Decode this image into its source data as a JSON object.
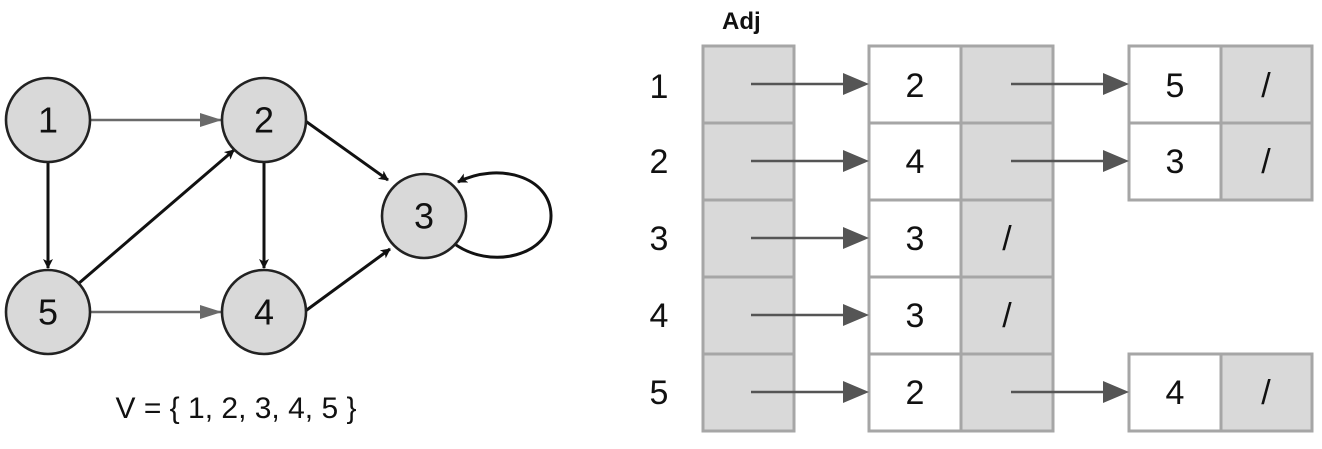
{
  "graph": {
    "nodes": [
      "1",
      "2",
      "3",
      "4",
      "5"
    ],
    "edges": [
      {
        "from": "1",
        "to": "2"
      },
      {
        "from": "1",
        "to": "5"
      },
      {
        "from": "2",
        "to": "3"
      },
      {
        "from": "2",
        "to": "4"
      },
      {
        "from": "3",
        "to": "3"
      },
      {
        "from": "4",
        "to": "3"
      },
      {
        "from": "5",
        "to": "2"
      },
      {
        "from": "5",
        "to": "4"
      }
    ],
    "vertex_set_label": "V = { 1, 2, 3, 4, 5 }"
  },
  "adjacency": {
    "title": "Adj",
    "rows": [
      {
        "label": "1",
        "list": [
          "2",
          "5"
        ]
      },
      {
        "label": "2",
        "list": [
          "4",
          "3"
        ]
      },
      {
        "label": "3",
        "list": [
          "3"
        ]
      },
      {
        "label": "4",
        "list": [
          "3"
        ]
      },
      {
        "label": "5",
        "list": [
          "2",
          "4"
        ]
      }
    ],
    "null_marker": "/"
  },
  "colors": {
    "node_fill": "#d9d9d9",
    "cell_gray": "#d9d9d9",
    "cell_border": "#a6a6a6",
    "pointer": "#555555"
  }
}
